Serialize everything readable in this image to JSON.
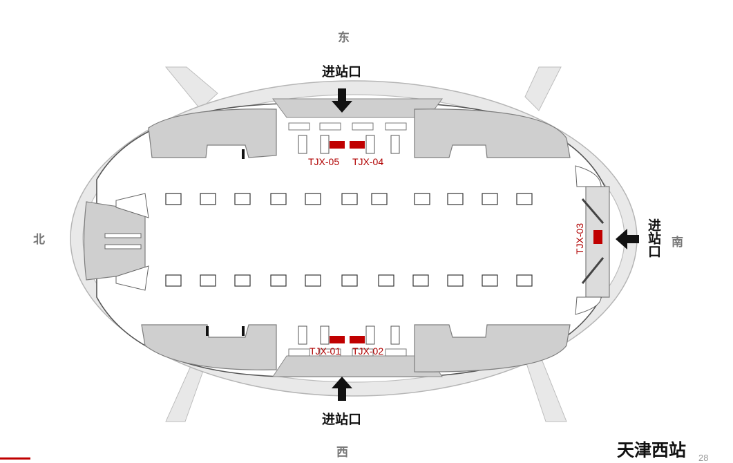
{
  "directions": {
    "east": "东",
    "west": "西",
    "north": "北",
    "south": "南"
  },
  "entrances": {
    "top": "进站口",
    "bottom": "进站口",
    "right": "进站口"
  },
  "ad_spots": {
    "top_left": "TJX-05",
    "top_right": "TJX-04",
    "bottom_left": "TJX-01",
    "bottom_right": "TJX-02",
    "right": "TJX-03"
  },
  "station_name": "天津西站",
  "page_number": "28",
  "colors": {
    "ad_spot": "#c00000",
    "road": "#e6e6e6",
    "building_block": "#cfcfcf",
    "ring": "#d9d9d9",
    "arrow": "#111111"
  },
  "icons": {
    "arrow": "arrow-icon",
    "seat": "seat-icon",
    "gate": "ticket-gate-icon"
  }
}
